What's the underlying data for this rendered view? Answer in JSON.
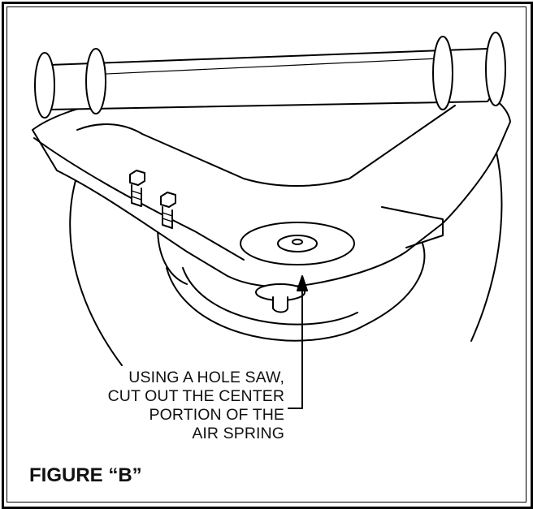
{
  "callout": {
    "line1": "USING A HOLE SAW,",
    "line2": "CUT OUT THE CENTER",
    "line3": "PORTION OF THE",
    "line4": "AIR SPRING"
  },
  "figure_label": "FIGURE “B”",
  "colors": {
    "line": "#000000",
    "background": "#ffffff",
    "spring": "#1a1a1a"
  }
}
